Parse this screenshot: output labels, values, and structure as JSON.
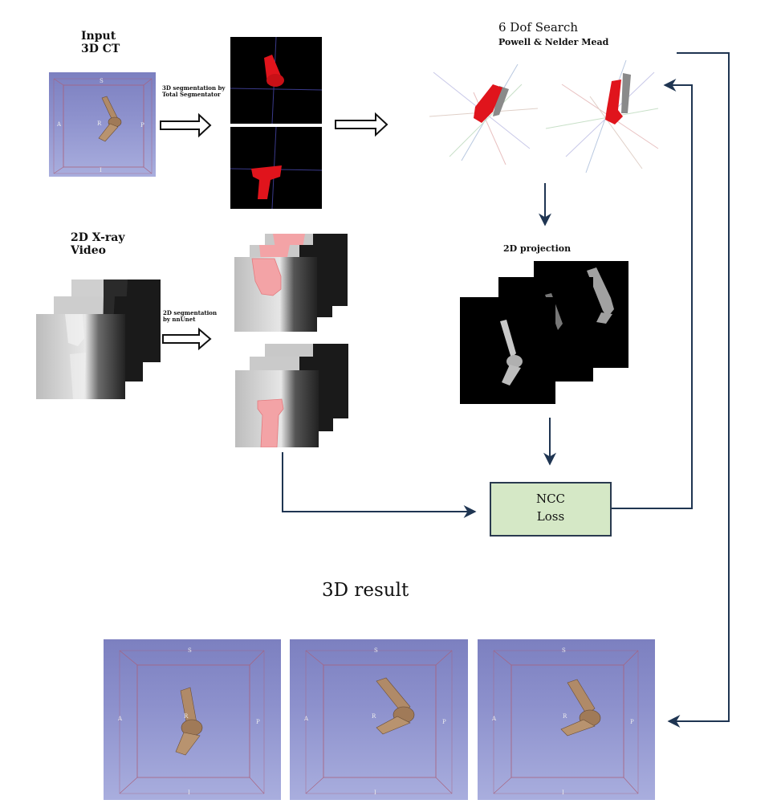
{
  "labels": {
    "input_ct": [
      "Input",
      "3D CT"
    ],
    "seg3d_caption": [
      "3D segmentation by",
      "Total Segmentator"
    ],
    "search_title": "6 Dof Search",
    "search_subtitle": "Powell & Nelder Mead",
    "xray_video": [
      "2D X-ray",
      "Video"
    ],
    "seg2d_caption": [
      "2D segmentation",
      "by nnUnet"
    ],
    "projection": "2D projection",
    "ncc_loss": [
      "NCC",
      "Loss"
    ],
    "result_title": "3D result"
  },
  "orientation_markers": {
    "superior": "S",
    "inferior": "I",
    "anterior": "A",
    "posterior": "P",
    "right": "R"
  },
  "colors": {
    "arrow_line": "#1f3552",
    "segmentation_red": "#e0141c",
    "mask_pink": "#f3a3a6",
    "ncc_box_fill": "#d5e8c6",
    "volume_bg": "#8a8ecb",
    "bone": "#b08a68"
  }
}
